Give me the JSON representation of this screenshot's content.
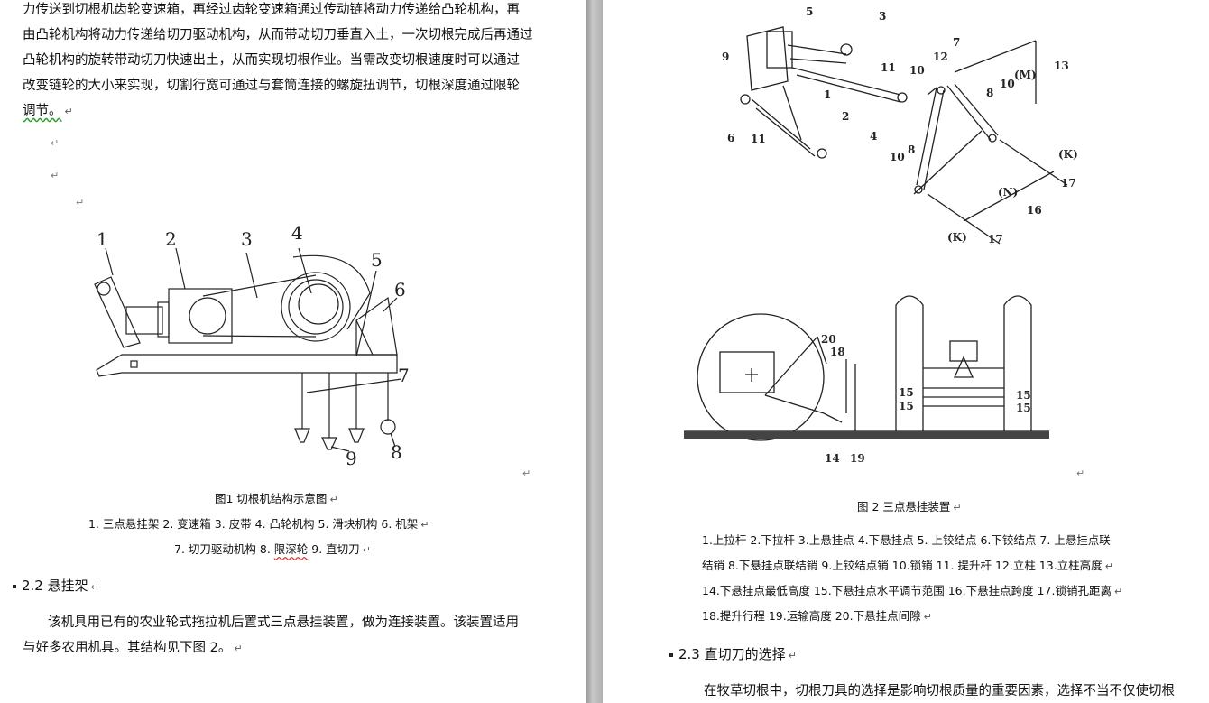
{
  "left_page": {
    "paragraph_lines": [
      "力传送到切根机齿轮变速箱，再经过齿轮变速箱通过传动链将动力传递给凸轮机构，再",
      "由凸轮机构将动力传递给切刀驱动机构，从而带动切刀垂直入土，一次切根完成后再通过",
      "凸轮机构的旋转带动切刀快速出土，从而实现切根作业。当需改变切根速度时可以通过",
      "改变链轮的大小来实现，切割行宽可通过与套筒连接的螺旋扭调节，切根深度通过限轮"
    ],
    "paragraph_last_line": "调节。",
    "return_mark": "↵",
    "figure1": {
      "callouts": [
        "1",
        "2",
        "3",
        "4",
        "5",
        "6",
        "7",
        "8",
        "9"
      ],
      "caption": "图1  切根机结构示意图",
      "legend_line1": "1. 三点悬挂架  2. 变速箱  3. 皮带  4. 凸轮机构  5. 滑块机构  6. 机架",
      "legend_line2_a": "7. 切刀驱动机构  8. ",
      "legend_line2_b": "限深轮",
      "legend_line2_c": "  9. 直切刀"
    },
    "section_heading": "2.2 悬挂架",
    "section_para_line1": "该机具用已有的农业轮式拖拉机后置式三点悬挂装置，做为连接装置。该装置适用",
    "section_para_line2": "与好多农用机具。其结构见下图 2。"
  },
  "right_page": {
    "figure2_top_labels": [
      "5",
      "3",
      "9",
      "11",
      "1",
      "2",
      "6",
      "11",
      "4",
      "7",
      "12",
      "10",
      "13",
      "(M)",
      "8",
      "10",
      "(K)",
      "10",
      "8",
      "17",
      "(N)",
      "16",
      "(K)",
      "17"
    ],
    "figure2_bottom_labels": [
      "20",
      "18",
      "14",
      "19",
      "15",
      "15",
      "15",
      "15"
    ],
    "caption": "图 2   三点悬挂装置",
    "legend_lines": [
      "1.上拉杆   2.下拉杆   3.上悬挂点   4.下悬挂点   5. 上铰结点   6.下铰结点 7. 上悬挂点联",
      "结销 8.下悬挂点联结销   9.上铰结点销   10.锁销    11. 提升杆    12.立柱    13.立柱高度",
      "14.下悬挂点最低高度   15.下悬挂点水平调节范围   16.下悬挂点跨度   17.锁销孔距离",
      "18.提升行程   19.运输高度   20.下悬挂点间隙"
    ],
    "section_heading": "2.3 直切刀的选择",
    "section_para_line1": "在牧草切根中，切根刀具的选择是影响切根质量的重要因素，选择不当不仅使切根"
  }
}
